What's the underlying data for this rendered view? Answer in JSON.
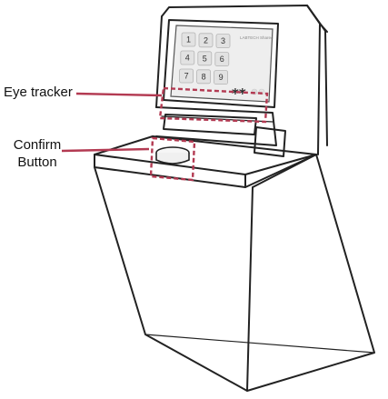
{
  "callouts": {
    "eye_tracker": {
      "label": "Eye tracker"
    },
    "confirm_button": {
      "line1": "Confirm",
      "line2": "Button"
    }
  },
  "screen": {
    "brand_text": "LABTECH Shared",
    "keypad": [
      "1",
      "2",
      "3",
      "4",
      "5",
      "6",
      "7",
      "8",
      "9"
    ],
    "pin_mask": "**"
  },
  "colors": {
    "callout": "#b33a52",
    "outline": "#222222"
  }
}
